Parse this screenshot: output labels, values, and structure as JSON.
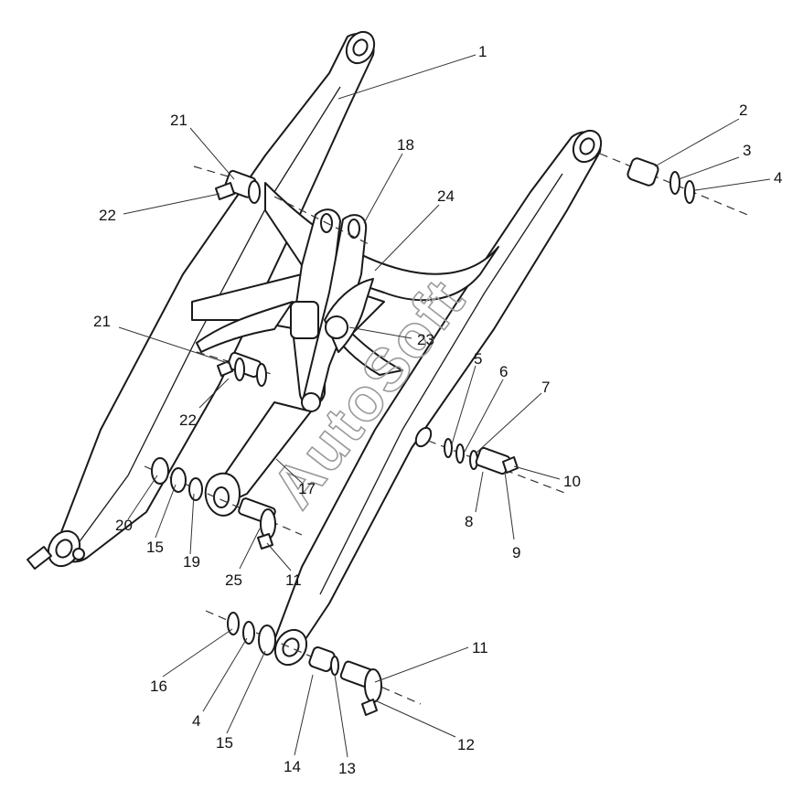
{
  "watermark": "AutoSoft",
  "callouts": [
    "1",
    "2",
    "3",
    "4",
    "18",
    "24",
    "21",
    "22",
    "21",
    "23",
    "5",
    "6",
    "7",
    "22",
    "10",
    "8",
    "9",
    "17",
    "20",
    "15",
    "19",
    "25",
    "11",
    "11",
    "16",
    "4",
    "15",
    "14",
    "13",
    "12"
  ]
}
